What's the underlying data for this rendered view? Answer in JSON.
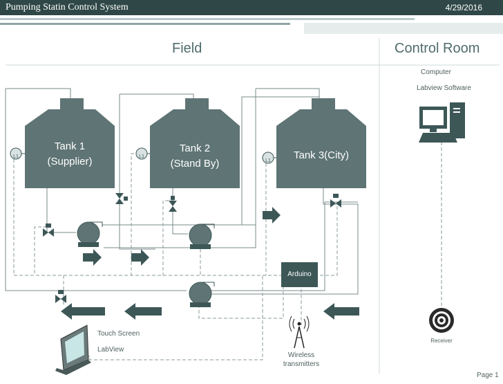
{
  "header": {
    "title": "Pumping Statin Control  System",
    "date": "4/29/2016"
  },
  "sections": {
    "field": "Field",
    "control_room": "Control Room"
  },
  "tanks": [
    {
      "line1": "Tank 1",
      "line2": "(Supplier)",
      "indicator": "L1"
    },
    {
      "line1": "Tank 2",
      "line2": "(Stand By)",
      "indicator": "L1"
    },
    {
      "line1": "Tank 3(City)",
      "line2": "",
      "indicator": "L1"
    }
  ],
  "devices": {
    "arduino": "Arduino",
    "touch_screen": "Touch Screen",
    "labview": "LabView",
    "wireless": [
      "Wireless",
      "transmitters"
    ],
    "computer": "Computer",
    "labview_software": "Labview Software",
    "receiver": "Receiver"
  },
  "footer": {
    "page": "Page 1"
  },
  "colors": {
    "tank": "#5f7474",
    "header": "#2f4847",
    "arrow": "#3d5757",
    "line": "#7a8a8a"
  }
}
